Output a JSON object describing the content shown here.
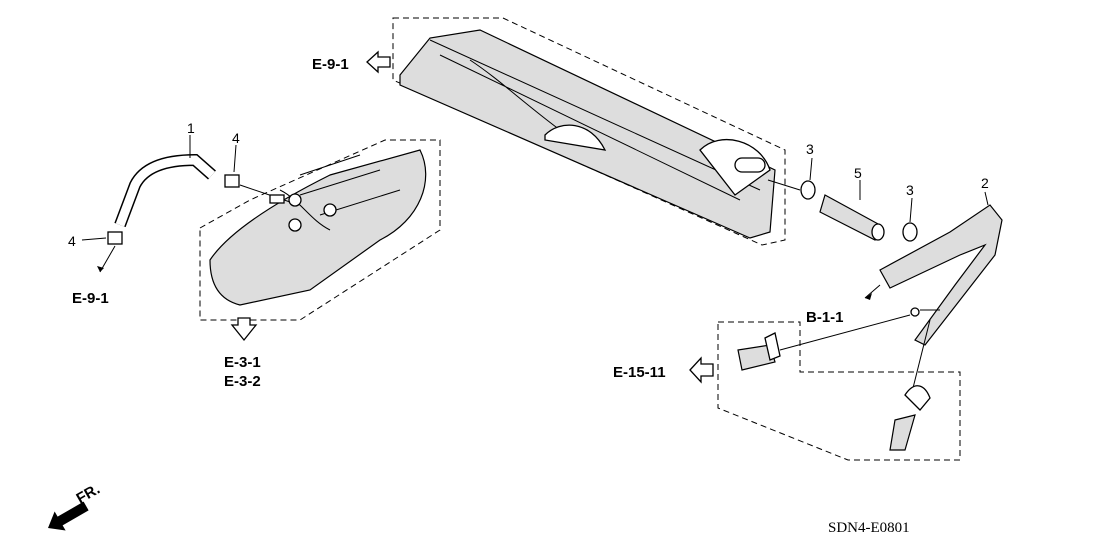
{
  "diagram": {
    "references": {
      "top_cover": "E-9-1",
      "left_hose": "E-9-1",
      "manifold_1": "E-3-1",
      "manifold_2": "E-3-2",
      "breather": "B-1-1",
      "lower_group": "E-15-11"
    },
    "callouts": {
      "part_1": "1",
      "part_4_upper": "4",
      "part_4_lower": "4",
      "part_3_left": "3",
      "part_5": "5",
      "part_3_right": "3",
      "part_2": "2"
    },
    "direction_label": "FR.",
    "diagram_code": "SDN4-E0801"
  }
}
